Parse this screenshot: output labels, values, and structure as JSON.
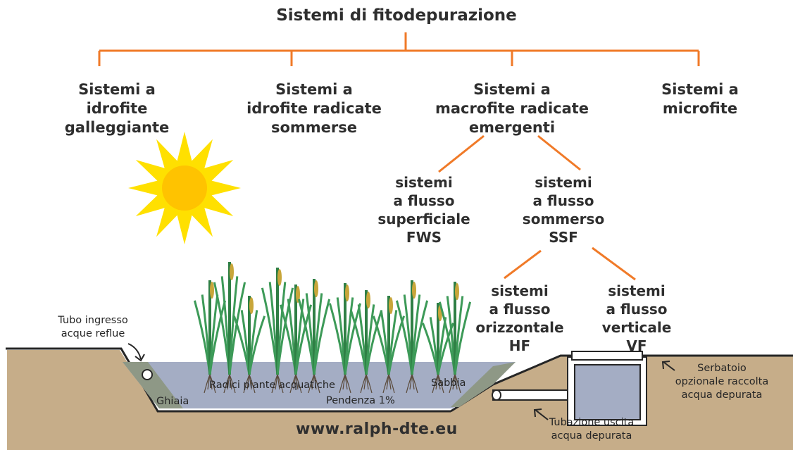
{
  "colors": {
    "connector": "#f07a28",
    "soil": "#c6ad89",
    "water": "#a4adc4",
    "gravel": "#8e9886",
    "sun": "#ffe000",
    "plant": "#3d9a58"
  },
  "title": "Sistemi di fitodepurazione",
  "categories": [
    {
      "label": "Sistemi a\nidrofite\ngalleggiante"
    },
    {
      "label": "Sistemi a\nidrofite radicate\nsommerse"
    },
    {
      "label": "Sistemi a\nmacrofite radicate\nemergenti"
    },
    {
      "label": "Sistemi a\nmicrofite"
    }
  ],
  "flow_types": [
    {
      "label": "sistemi\na flusso\nsuperficiale\nFWS"
    },
    {
      "label": "sistemi\na flusso\nsommerso\nSSF"
    }
  ],
  "ssf_types": [
    {
      "label": "sistemi\na flusso\norizzontale\nHF"
    },
    {
      "label": "sistemi\na flusso\nverticale\nVF"
    }
  ],
  "labels": {
    "inlet_pipe": "Tubo ingresso\nacque reflue",
    "gravel": "Ghiaia",
    "roots": "Radici piante acquatiche",
    "sand": "Sabbia",
    "slope": "Pendenza 1%",
    "outlet_pipe": "Tubazione uscita\nacqua depurata",
    "tank": "Serbatoio\nopzionale raccolta\nacqua depurata"
  },
  "website": "www.ralph-dte.eu"
}
